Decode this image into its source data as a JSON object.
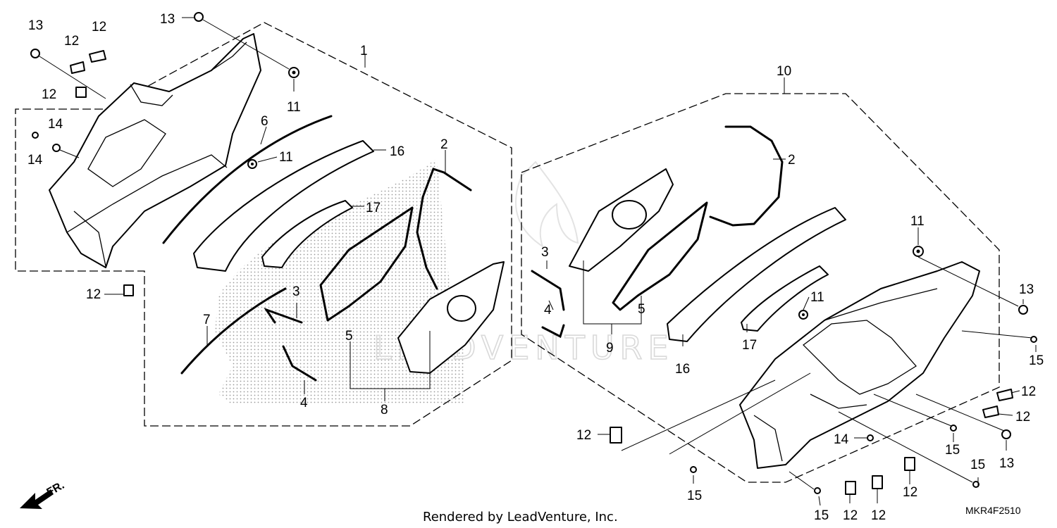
{
  "diagram": {
    "part_numbers": {
      "p1": "1",
      "p2a": "2",
      "p2b": "2",
      "p3a": "3",
      "p3b": "3",
      "p4a": "4",
      "p4b": "4",
      "p5a": "5",
      "p5b": "5",
      "p6": "6",
      "p7": "7",
      "p8": "8",
      "p9": "9",
      "p10": "10",
      "p11a": "11",
      "p11b": "11",
      "p11c": "11",
      "p11d": "11",
      "p12a": "12",
      "p12b": "12",
      "p12c": "12",
      "p12d": "12",
      "p12e": "12",
      "p12f": "12",
      "p12g": "12",
      "p12h": "12",
      "p12i": "12",
      "p12j": "12",
      "p13a": "13",
      "p13b": "13",
      "p13c": "13",
      "p13d": "13",
      "p14a": "14",
      "p14b": "14",
      "p14c": "14",
      "p15a": "15",
      "p15b": "15",
      "p15c": "15",
      "p15d": "15",
      "p15e": "15",
      "p16a": "16",
      "p16b": "16",
      "p17a": "17",
      "p17b": "17"
    },
    "front_marker": "FR.",
    "rendered_by": "Rendered by LeadVenture, Inc.",
    "diagram_code": "MKR4F2510",
    "watermark": "LEADVENTURE"
  }
}
